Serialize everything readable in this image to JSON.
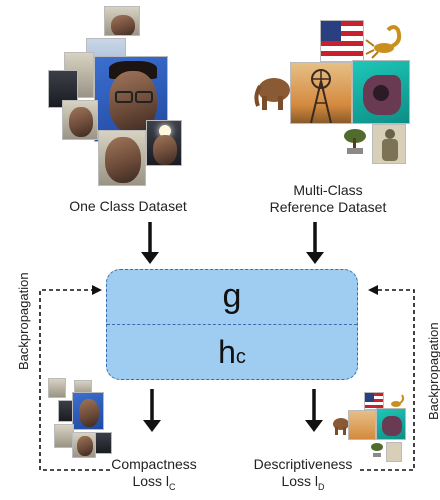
{
  "inputs": {
    "one_class_label": "One Class Dataset",
    "reference_label_line1": "Multi-Class",
    "reference_label_line2": "Reference Dataset"
  },
  "model": {
    "g_label": "g",
    "h_label": "h",
    "h_subscript": "c"
  },
  "losses": {
    "compactness_line1": "Compactness",
    "compactness_line2": "Loss l",
    "compactness_subscript": "C",
    "descriptiveness_line1": "Descriptiveness",
    "descriptiveness_line2": "Loss l",
    "descriptiveness_subscript": "D"
  },
  "side_labels": {
    "left": "Backpropagation",
    "right": "Backpropagation"
  },
  "colors": {
    "model_fill": "#9fcdf1",
    "model_border": "#3a6ea8",
    "arrow": "#111111"
  }
}
